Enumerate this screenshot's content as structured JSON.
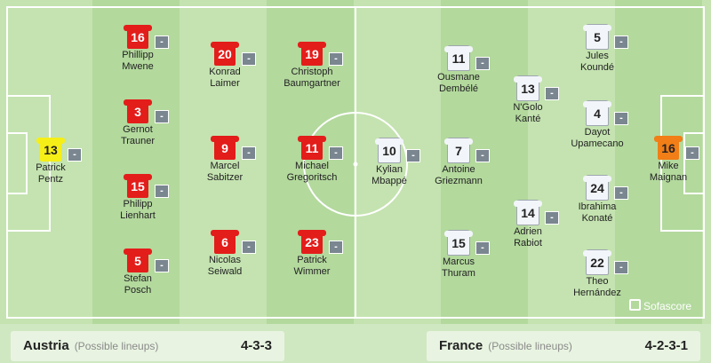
{
  "colors": {
    "pitch_light": "#c4e3b0",
    "pitch_dark": "#b3d99d",
    "line": "#ffffff",
    "austria_shirt": "#e31d1a",
    "austria_gk": "#f6ee17",
    "france_shirt": "#f2f5fa",
    "france_gk": "#f17e16"
  },
  "austria": {
    "name": "Austria",
    "label": "(Possible lineups)",
    "formation": "4-3-3",
    "players": [
      {
        "number": "13",
        "first": "Patrick",
        "last": "Pentz",
        "kit": "yellow"
      },
      {
        "number": "16",
        "first": "Phillipp",
        "last": "Mwene",
        "kit": "red"
      },
      {
        "number": "3",
        "first": "Gernot",
        "last": "Trauner",
        "kit": "red"
      },
      {
        "number": "15",
        "first": "Philipp",
        "last": "Lienhart",
        "kit": "red"
      },
      {
        "number": "5",
        "first": "Stefan",
        "last": "Posch",
        "kit": "red"
      },
      {
        "number": "20",
        "first": "Konrad",
        "last": "Laimer",
        "kit": "red"
      },
      {
        "number": "9",
        "first": "Marcel",
        "last": "Sabitzer",
        "kit": "red"
      },
      {
        "number": "6",
        "first": "Nicolas",
        "last": "Seiwald",
        "kit": "red"
      },
      {
        "number": "19",
        "first": "Christoph",
        "last": "Baumgartner",
        "kit": "red"
      },
      {
        "number": "11",
        "first": "Michael",
        "last": "Gregoritsch",
        "kit": "red"
      },
      {
        "number": "23",
        "first": "Patrick",
        "last": "Wimmer",
        "kit": "red"
      }
    ]
  },
  "france": {
    "name": "France",
    "label": "(Possible lineups)",
    "formation": "4-2-3-1",
    "players": [
      {
        "number": "10",
        "first": "Kylian",
        "last": "Mbappé",
        "kit": "white"
      },
      {
        "number": "11",
        "first": "Ousmane",
        "last": "Dembélé",
        "kit": "white"
      },
      {
        "number": "7",
        "first": "Antoine",
        "last": "Griezmann",
        "kit": "white"
      },
      {
        "number": "15",
        "first": "Marcus",
        "last": "Thuram",
        "kit": "white"
      },
      {
        "number": "13",
        "first": "N'Golo",
        "last": "Kanté",
        "kit": "white"
      },
      {
        "number": "14",
        "first": "Adrien",
        "last": "Rabiot",
        "kit": "white"
      },
      {
        "number": "5",
        "first": "Jules",
        "last": "Koundé",
        "kit": "white"
      },
      {
        "number": "4",
        "first": "Dayot",
        "last": "Upamecano",
        "kit": "white"
      },
      {
        "number": "24",
        "first": "Ibrahima",
        "last": "Konaté",
        "kit": "white"
      },
      {
        "number": "22",
        "first": "Theo",
        "last": "Hernández",
        "kit": "white"
      },
      {
        "number": "16",
        "first": "Mike",
        "last": "Maignan",
        "kit": "orange"
      }
    ]
  },
  "rating_placeholder": "-",
  "brand": "Sofascore",
  "brand_icon": "sofascore-logo-icon"
}
